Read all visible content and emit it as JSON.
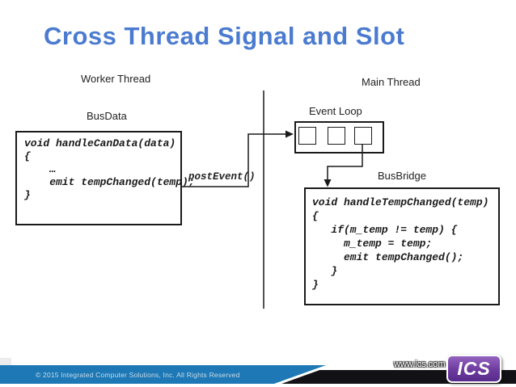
{
  "title": "Cross Thread Signal and Slot",
  "labels": {
    "worker_thread": "Worker Thread",
    "main_thread": "Main Thread",
    "bus_data": "BusData",
    "event_loop": "Event Loop",
    "bus_bridge": "BusBridge",
    "post_event": "postEvent()"
  },
  "code_boxes": {
    "bus_data": "void handleCanData(data)\n{\n    …\n    emit tempChanged(temp);\n}",
    "bus_bridge": "void handleTempChanged(temp)\n{\n   if(m_temp != temp) {\n     m_temp = temp;\n     emit tempChanged();\n   }\n}"
  },
  "footer": {
    "copyright": "© 2015 Integrated Computer Solutions, Inc. All Rights Reserved",
    "website": "www.ics.com",
    "logo_text": "ICS"
  },
  "colors": {
    "title-blue": "#4b7bd0",
    "footer-blue": "#1d78b5",
    "logo-purple": "#6d3a9e",
    "line-color": "#1a1a1a"
  }
}
